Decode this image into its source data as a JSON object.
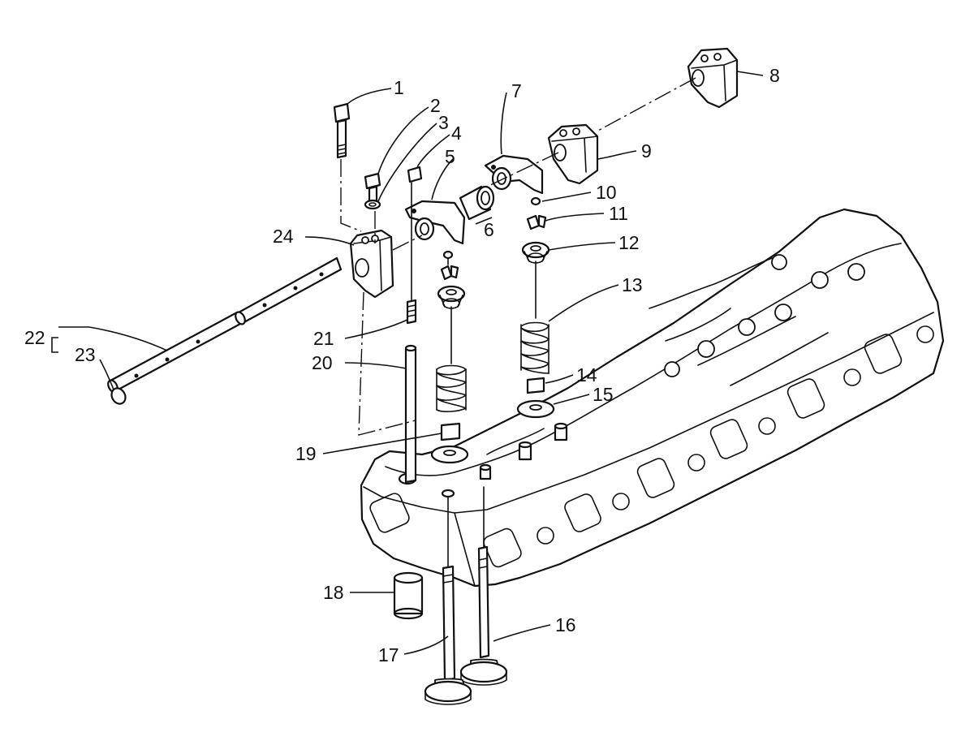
{
  "callouts": [
    {
      "id": "p1",
      "label": "1"
    },
    {
      "id": "p2",
      "label": "2"
    },
    {
      "id": "p3",
      "label": "3"
    },
    {
      "id": "p4",
      "label": "4"
    },
    {
      "id": "p5",
      "label": "5"
    },
    {
      "id": "p6",
      "label": "6"
    },
    {
      "id": "p7",
      "label": "7"
    },
    {
      "id": "p8",
      "label": "8"
    },
    {
      "id": "p9",
      "label": "9"
    },
    {
      "id": "p10",
      "label": "10"
    },
    {
      "id": "p11",
      "label": "11"
    },
    {
      "id": "p12",
      "label": "12"
    },
    {
      "id": "p13",
      "label": "13"
    },
    {
      "id": "p14",
      "label": "14"
    },
    {
      "id": "p15",
      "label": "15"
    },
    {
      "id": "p16",
      "label": "16"
    },
    {
      "id": "p17",
      "label": "17"
    },
    {
      "id": "p18",
      "label": "18"
    },
    {
      "id": "p19",
      "label": "19"
    },
    {
      "id": "p20",
      "label": "20"
    },
    {
      "id": "p21",
      "label": "21"
    },
    {
      "id": "p22",
      "label": "22"
    },
    {
      "id": "p23",
      "label": "23"
    },
    {
      "id": "p24",
      "label": "24"
    }
  ]
}
